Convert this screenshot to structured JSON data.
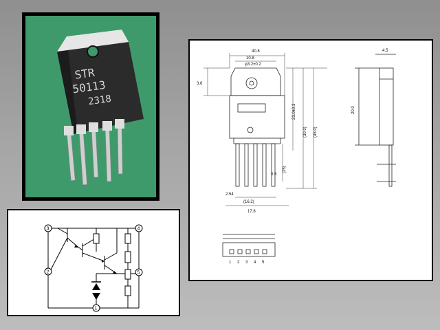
{
  "photo": {
    "marking_line1": "STR",
    "marking_line2": "50113",
    "marking_line3": "2318"
  },
  "schematic": {
    "pins": [
      "3",
      "4",
      "2",
      "5",
      "1"
    ]
  },
  "drawing": {
    "dim_top_width": "40.8",
    "dim_top_sub": "10.8",
    "dim_hole": "φ3.2±0.2",
    "dim_tab_h": "3.6",
    "dim_len_a": "23.0±0.3",
    "dim_len_b": "(30.0)",
    "dim_len_c": "(45.0)",
    "dim_lead": "(25)",
    "dim_pitch": "(16.2)",
    "dim_bottom": "17.8",
    "dim_side_top": "4.5",
    "dim_side_h": "20.0",
    "dim_pin_a": "2.54",
    "dim_pin_b": "0.6",
    "pin_numbers": [
      "1",
      "2",
      "3",
      "4",
      "5"
    ]
  }
}
